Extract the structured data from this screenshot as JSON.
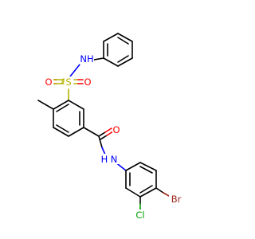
{
  "atoms": {
    "nh_sulfonamide": {
      "text": "NH",
      "color": "#0000ff"
    },
    "sulfur": {
      "text": "S",
      "color": "#b3b300"
    },
    "oxygen_left": {
      "text": "O",
      "color": "#ff0000"
    },
    "oxygen_right": {
      "text": "O",
      "color": "#ff0000"
    },
    "oxygen_carbonyl": {
      "text": "O",
      "color": "#ff0000"
    },
    "nh_amide": {
      "text": "N",
      "color": "#0000ff"
    },
    "h_amide": {
      "text": "H",
      "color": "#0000ff"
    },
    "bromine": {
      "text": "Br",
      "color": "#a0281e"
    },
    "chlorine": {
      "text": "Cl",
      "color": "#00a000"
    }
  }
}
